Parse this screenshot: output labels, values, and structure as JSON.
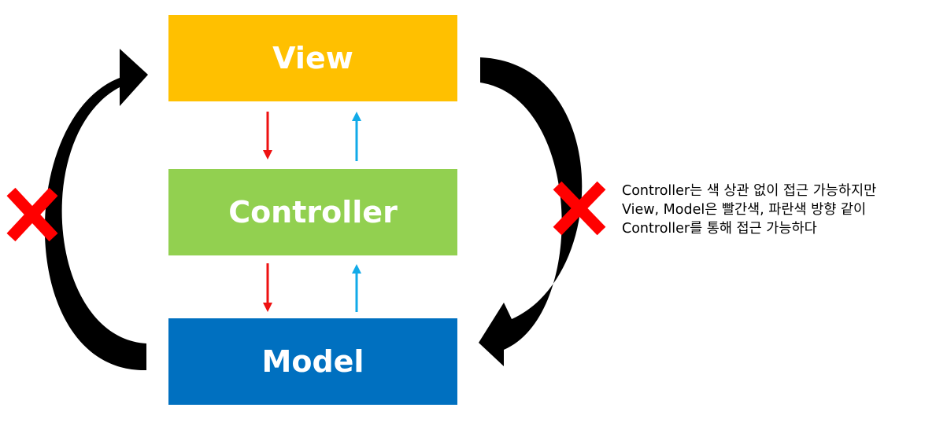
{
  "boxes": {
    "view": {
      "label": "View",
      "color": "#FFC000"
    },
    "controller": {
      "label": "Controller",
      "color": "#92D050"
    },
    "model": {
      "label": "Model",
      "color": "#0070C0"
    }
  },
  "colors": {
    "down_arrow": "#EE1111",
    "up_arrow": "#11AAE8",
    "blocked_mark": "#FF0000",
    "curved_arrow": "#000000"
  },
  "note": {
    "lines": [
      "Controller는 색 상관 없이 접근 가능하지만",
      "View, Model은 빨간색, 파란색 방향 같이",
      "Controller를 통해 접근 가능하다"
    ]
  }
}
